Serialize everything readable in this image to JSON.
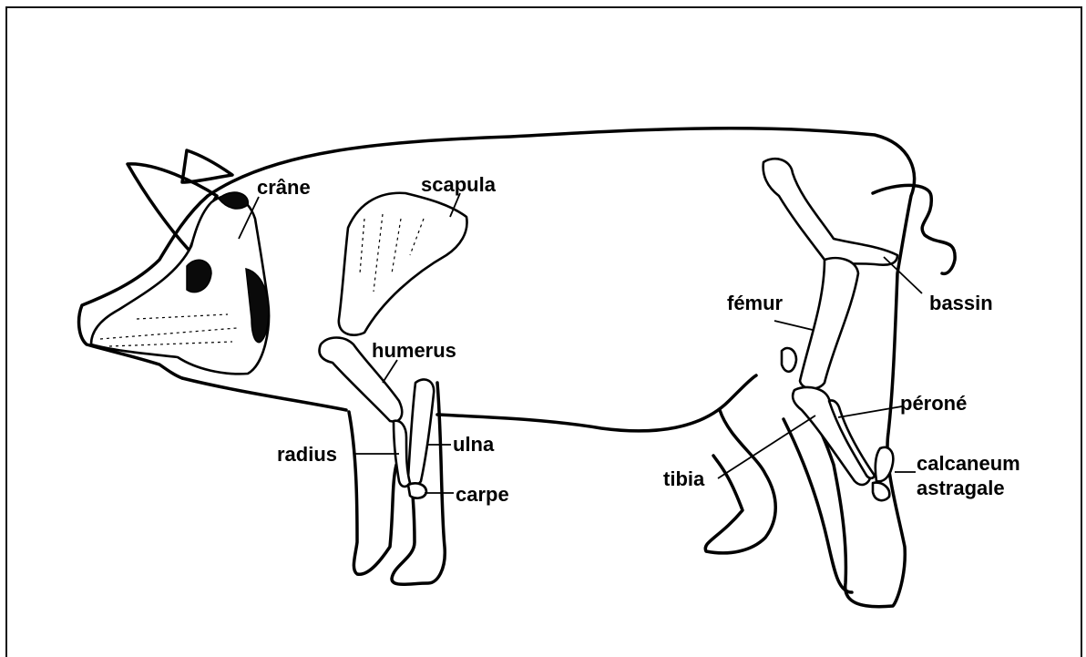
{
  "labels": {
    "crane": "crâne",
    "scapula": "scapula",
    "humerus": "humerus",
    "radius": "radius",
    "ulna": "ulna",
    "carpe": "carpe",
    "femur": "fémur",
    "bassin": "bassin",
    "perone": "péroné",
    "tibia": "tibia",
    "calcaneum": "calcaneum",
    "astragale": "astragale"
  }
}
